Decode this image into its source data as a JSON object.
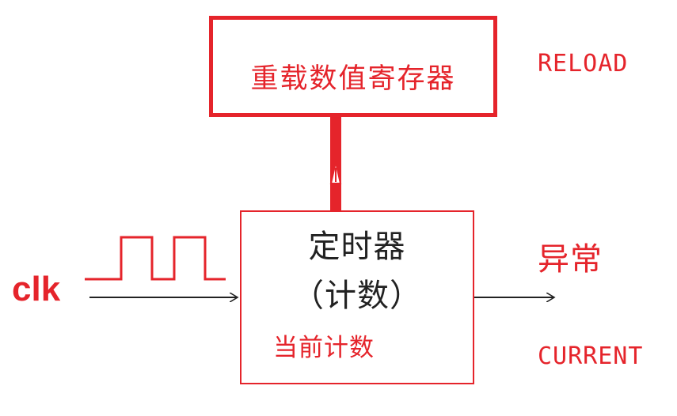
{
  "reload_register": {
    "title": "重载数值寄存器",
    "label": "RELOAD"
  },
  "timer": {
    "line1": "定时器",
    "line2": "（计数）",
    "line3": "当前计数"
  },
  "clock": {
    "label": "clk"
  },
  "outputs": {
    "exception": "异常",
    "current": "CURRENT"
  },
  "colors": {
    "accent_red": "#e5242b",
    "arrow_black": "#222222",
    "text_dark": "#222222",
    "background": "#ffffff"
  }
}
